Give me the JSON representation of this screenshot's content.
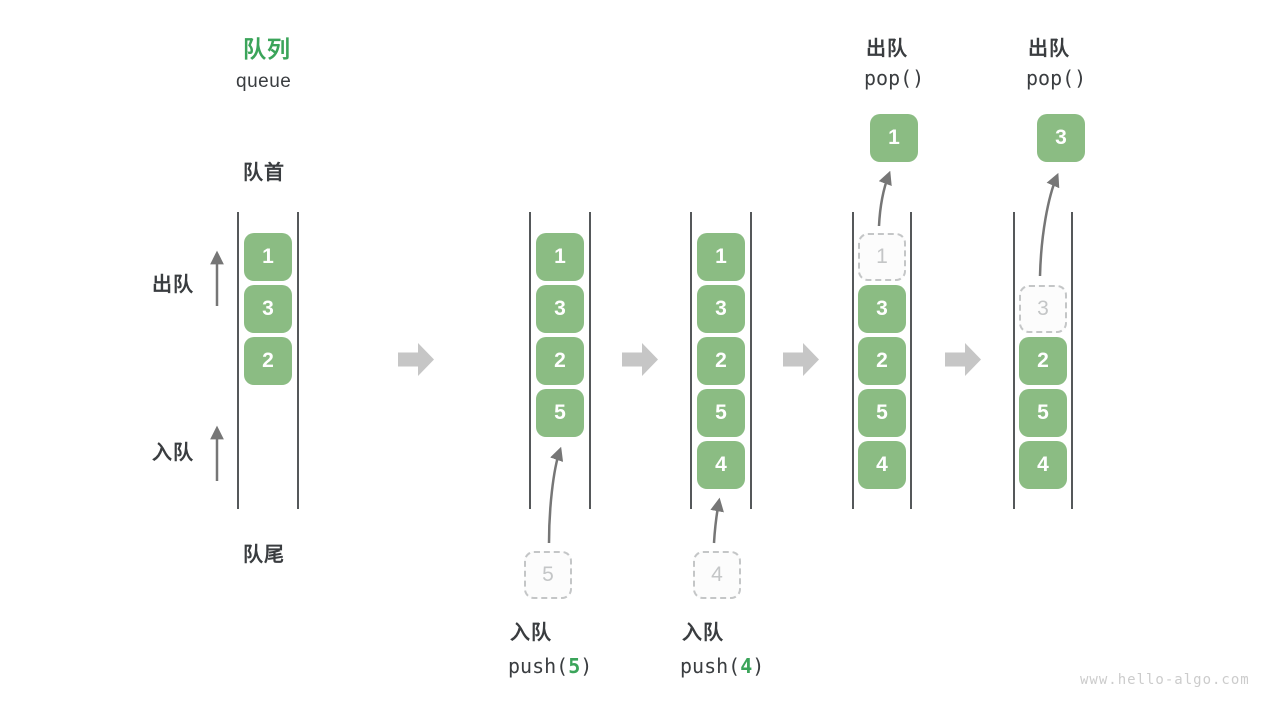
{
  "title": {
    "zh": "队列",
    "en": "queue"
  },
  "labels": {
    "front": "队首",
    "rear": "队尾",
    "dequeue": "出队",
    "enqueue": "入队"
  },
  "watermark": "www.hello-algo.com",
  "colors": {
    "cell": "#8BBC83",
    "cell_text": "#FFFFFF",
    "accent": "#3BA45A",
    "text": "#3A3D40",
    "ghost": "#C4C6C7",
    "ghost_bg": "#FCFCFC",
    "step_arrow": "#C6C6C6",
    "flow_arrow": "#767676",
    "line": "#55585A",
    "watermark": "#CCCCCC"
  },
  "states": {
    "s1": {
      "cells": [
        "1",
        "3",
        "2"
      ]
    },
    "s2": {
      "cells": [
        "1",
        "3",
        "2",
        "5"
      ],
      "ghost": "5",
      "op": {
        "zh": "入队",
        "fn": "push(",
        "arg": "5",
        "close": ")"
      }
    },
    "s3": {
      "cells": [
        "1",
        "3",
        "2",
        "5",
        "4"
      ],
      "ghost": "4",
      "op": {
        "zh": "入队",
        "fn": "push(",
        "arg": "4",
        "close": ")"
      }
    },
    "s4": {
      "ghost": "1",
      "cells": [
        "3",
        "2",
        "5",
        "4"
      ],
      "popped": "1",
      "op": {
        "zh": "出队",
        "code": "pop()"
      }
    },
    "s5": {
      "ghost": "3",
      "cells": [
        "2",
        "5",
        "4"
      ],
      "popped": "3",
      "op": {
        "zh": "出队",
        "code": "pop()"
      }
    }
  }
}
